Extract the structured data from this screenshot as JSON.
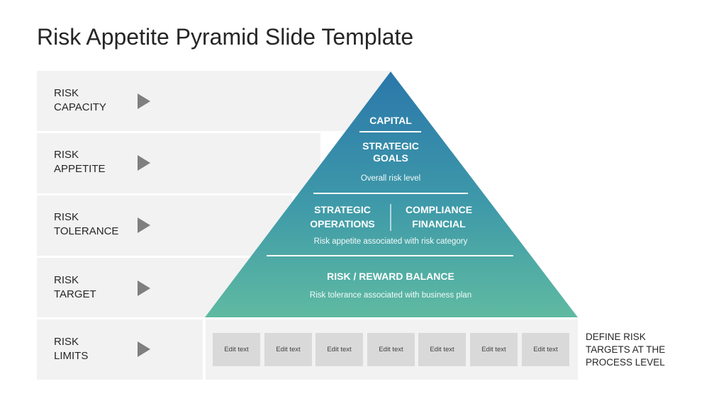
{
  "title": "Risk Appetite Pyramid Slide Template",
  "rows": [
    {
      "line1": "RISK",
      "line2": "CAPACITY"
    },
    {
      "line1": "RISK",
      "line2": "APPETITE"
    },
    {
      "line1": "RISK",
      "line2": "TOLERANCE"
    },
    {
      "line1": "RISK",
      "line2": "TARGET"
    },
    {
      "line1": "RISK",
      "line2": "LIMITS"
    }
  ],
  "pyramid": {
    "capital": "CAPITAL",
    "strategic_goals_line1": "STRATEGIC",
    "strategic_goals_line2": "GOALS",
    "overall": "Overall risk level",
    "strategic_ops_line1": "STRATEGIC",
    "strategic_ops_line2": "OPERATIONS",
    "compliance_line1": "COMPLIANCE",
    "compliance_line2": "FINANCIAL",
    "appetite_note": "Risk appetite  associated  with risk category",
    "balance": "RISK / REWARD BALANCE",
    "tolerance_note": "Risk tolerance  associated  with business plan"
  },
  "edit_boxes": [
    "Edit text",
    "Edit text",
    "Edit text",
    "Edit text",
    "Edit text",
    "Edit text",
    "Edit text"
  ],
  "define": {
    "line1": "DEFINE RISK",
    "line2": "TARGETS AT THE",
    "line3": "PROCESS LEVEL"
  },
  "colors": {
    "pyramid_top": "#2a77aa",
    "pyramid_bottom": "#5fbaa1",
    "row_bg": "#f2f2f2",
    "arrow": "#7f7f7f"
  }
}
